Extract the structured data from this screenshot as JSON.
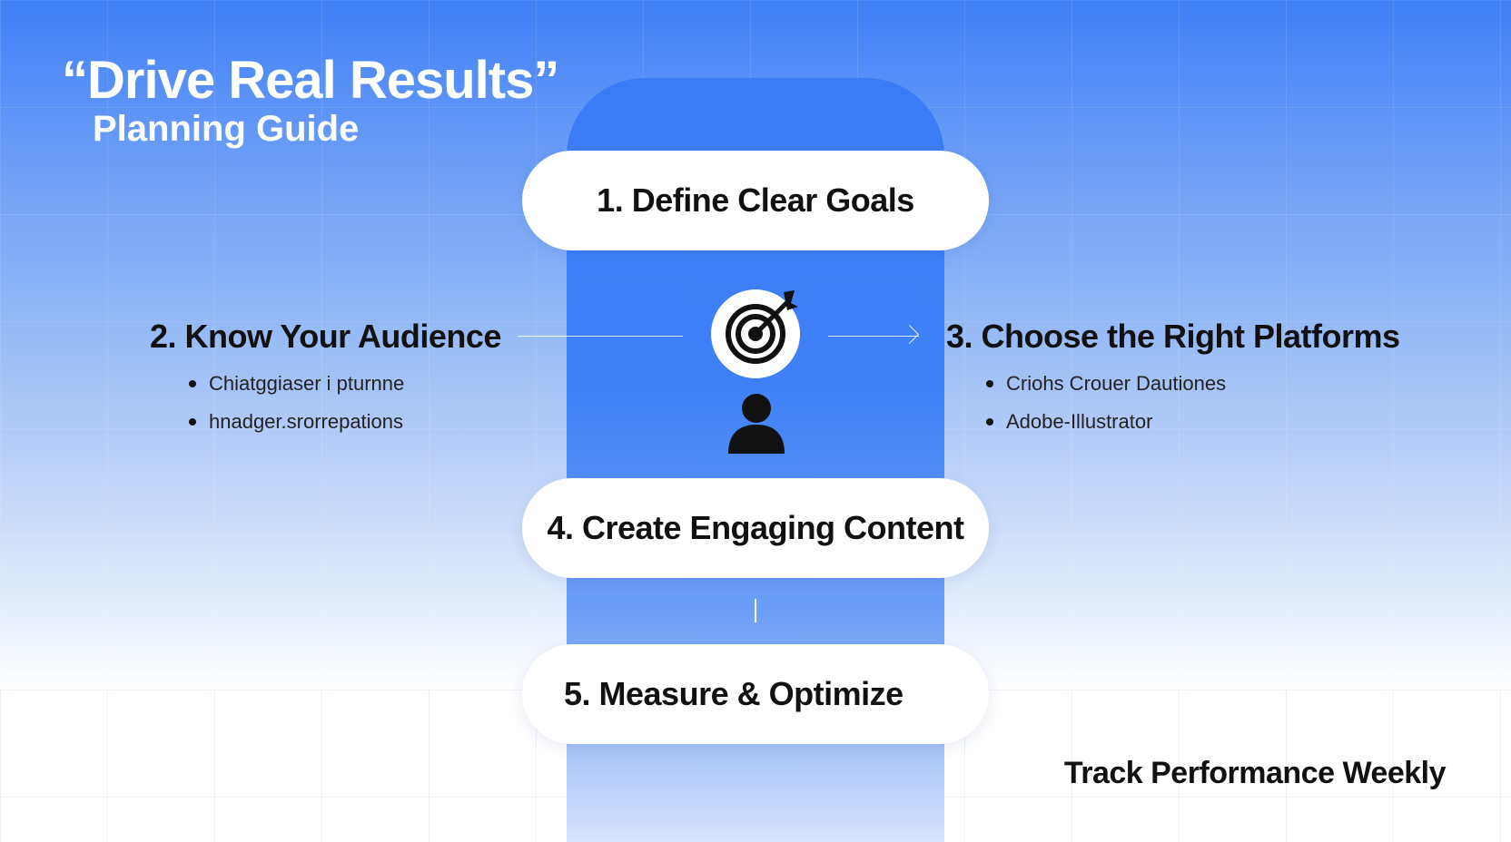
{
  "header": {
    "title": "“Drive Real Results”",
    "subtitle": "Planning Guide"
  },
  "steps": {
    "step1": "1. Define Clear Goals",
    "step2": {
      "title": "2. Know Your Audience",
      "bullets": [
        "Chiatggiaser i pturnne",
        "hnadger.srorrepations"
      ]
    },
    "step3": {
      "title": "3. Choose the Right Platforms",
      "bullets": [
        "Criohs Crouer Dautiones",
        "Adobe-Illustrator"
      ]
    },
    "step4": "4. Create Engaging Content",
    "step5": "5. Measure & Optimize"
  },
  "footer": {
    "note": "Track Performance Weekly"
  },
  "icons": {
    "center_top": "target-with-dart-icon",
    "center_bottom": "person-icon"
  },
  "colors": {
    "accent_blue": "#3f80f7",
    "pill_bg": "#ffffff",
    "text_dark": "#111111"
  }
}
